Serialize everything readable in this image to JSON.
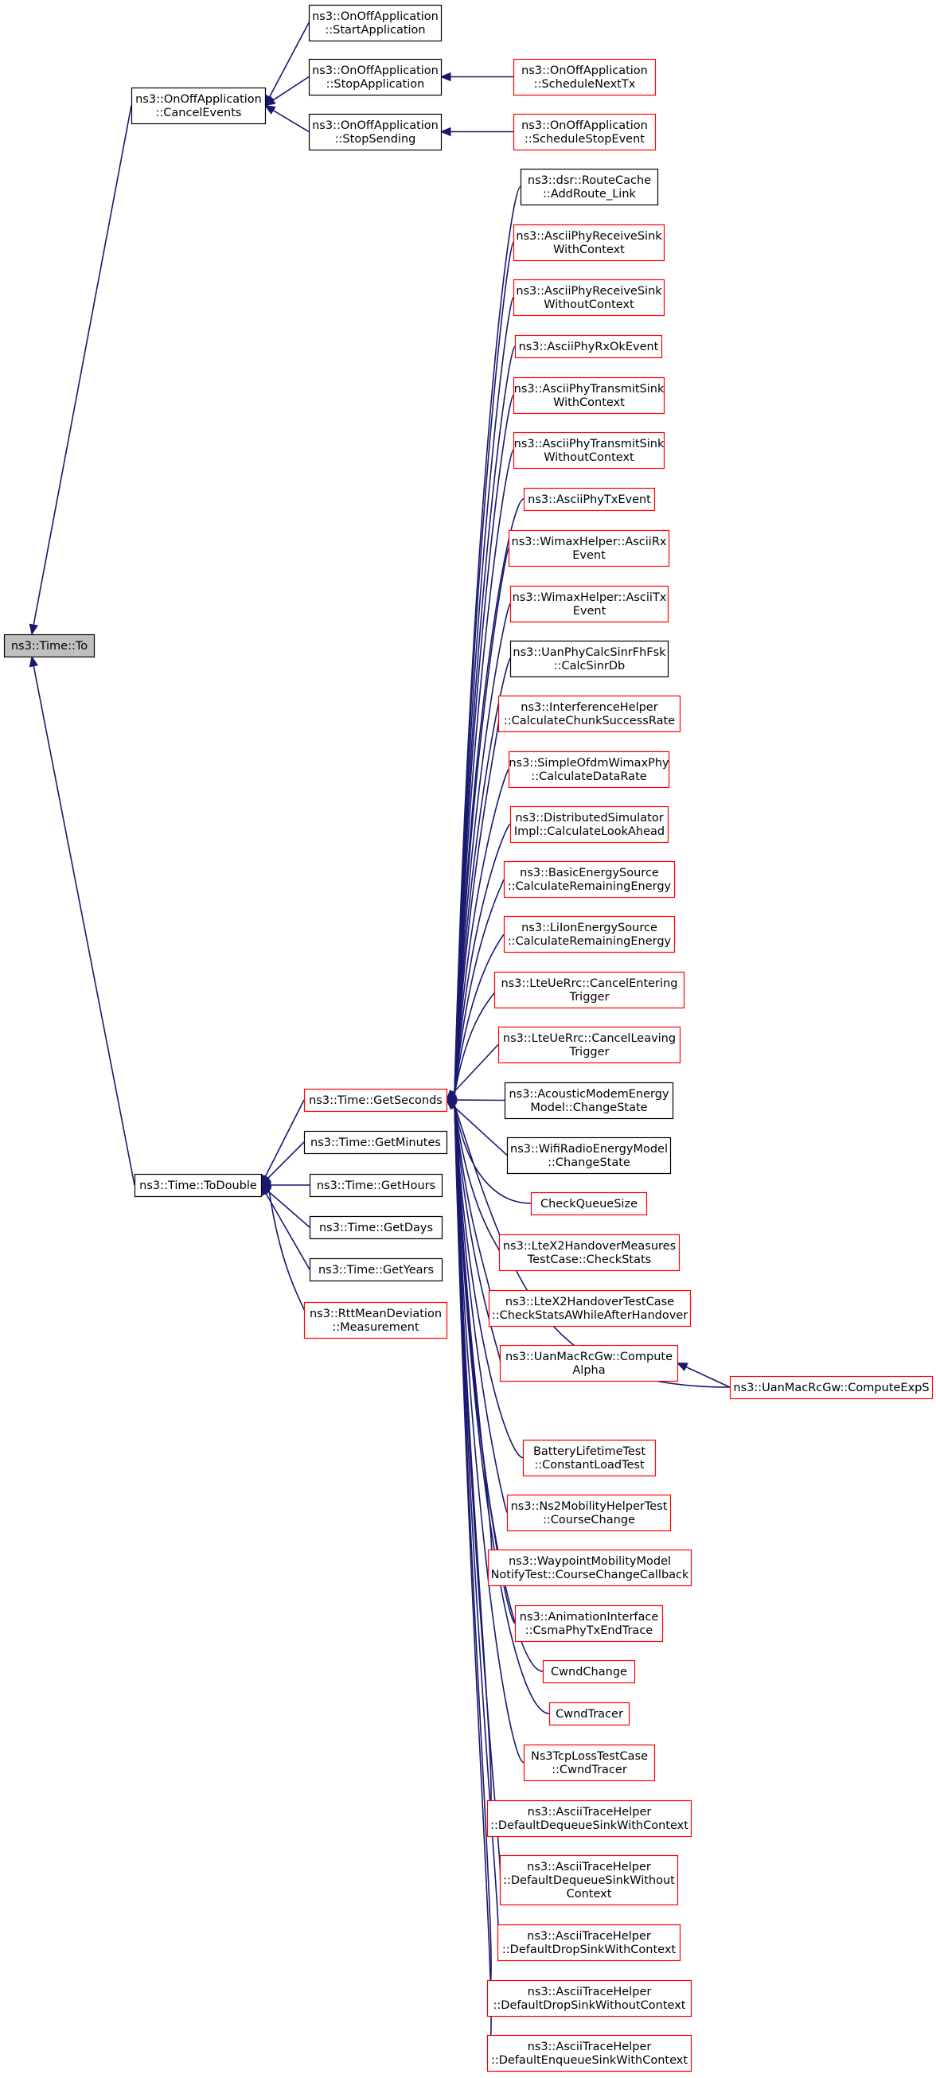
{
  "colors": {
    "edge": "#191970",
    "border_documented": "#000000",
    "border_undocumented": "#ff0000",
    "focus_fill": "#bfbfbf",
    "node_fill": "#ffffff"
  },
  "nodes": [
    {
      "id": "to",
      "lines": [
        "ns3::Time::To"
      ],
      "style": "focus"
    },
    {
      "id": "cancel_events",
      "lines": [
        "ns3::OnOffApplication",
        "::CancelEvents"
      ],
      "style": "black"
    },
    {
      "id": "start_app",
      "lines": [
        "ns3::OnOffApplication",
        "::StartApplication"
      ],
      "style": "black"
    },
    {
      "id": "stop_app",
      "lines": [
        "ns3::OnOffApplication",
        "::StopApplication"
      ],
      "style": "black"
    },
    {
      "id": "stop_sending",
      "lines": [
        "ns3::OnOffApplication",
        "::StopSending"
      ],
      "style": "black"
    },
    {
      "id": "sched_next_tx",
      "lines": [
        "ns3::OnOffApplication",
        "::ScheduleNextTx"
      ],
      "style": "red"
    },
    {
      "id": "sched_stop_event",
      "lines": [
        "ns3::OnOffApplication",
        "::ScheduleStopEvent"
      ],
      "style": "red"
    },
    {
      "id": "to_double",
      "lines": [
        "ns3::Time::ToDouble"
      ],
      "style": "black"
    },
    {
      "id": "get_seconds",
      "lines": [
        "ns3::Time::GetSeconds"
      ],
      "style": "red"
    },
    {
      "id": "get_minutes",
      "lines": [
        "ns3::Time::GetMinutes"
      ],
      "style": "black"
    },
    {
      "id": "get_hours",
      "lines": [
        "ns3::Time::GetHours"
      ],
      "style": "black"
    },
    {
      "id": "get_days",
      "lines": [
        "ns3::Time::GetDays"
      ],
      "style": "black"
    },
    {
      "id": "get_years",
      "lines": [
        "ns3::Time::GetYears"
      ],
      "style": "black"
    },
    {
      "id": "rtt_measurement",
      "lines": [
        "ns3::RttMeanDeviation",
        "::Measurement"
      ],
      "style": "red"
    },
    {
      "id": "c01",
      "lines": [
        "ns3::dsr::RouteCache",
        "::AddRoute_Link"
      ],
      "style": "black"
    },
    {
      "id": "c02",
      "lines": [
        "ns3::AsciiPhyReceiveSink",
        "WithContext"
      ],
      "style": "red"
    },
    {
      "id": "c03",
      "lines": [
        "ns3::AsciiPhyReceiveSink",
        "WithoutContext"
      ],
      "style": "red"
    },
    {
      "id": "c04",
      "lines": [
        "ns3::AsciiPhyRxOkEvent"
      ],
      "style": "red"
    },
    {
      "id": "c05",
      "lines": [
        "ns3::AsciiPhyTransmitSink",
        "WithContext"
      ],
      "style": "red"
    },
    {
      "id": "c06",
      "lines": [
        "ns3::AsciiPhyTransmitSink",
        "WithoutContext"
      ],
      "style": "red"
    },
    {
      "id": "c07",
      "lines": [
        "ns3::AsciiPhyTxEvent"
      ],
      "style": "red"
    },
    {
      "id": "c08",
      "lines": [
        "ns3::WimaxHelper::AsciiRx",
        "Event"
      ],
      "style": "red"
    },
    {
      "id": "c09",
      "lines": [
        "ns3::WimaxHelper::AsciiTx",
        "Event"
      ],
      "style": "red"
    },
    {
      "id": "c10",
      "lines": [
        "ns3::UanPhyCalcSinrFhFsk",
        "::CalcSinrDb"
      ],
      "style": "black"
    },
    {
      "id": "c11",
      "lines": [
        "ns3::InterferenceHelper",
        "::CalculateChunkSuccessRate"
      ],
      "style": "red"
    },
    {
      "id": "c12",
      "lines": [
        "ns3::SimpleOfdmWimaxPhy",
        "::CalculateDataRate"
      ],
      "style": "red"
    },
    {
      "id": "c13",
      "lines": [
        "ns3::DistributedSimulator",
        "Impl::CalculateLookAhead"
      ],
      "style": "red"
    },
    {
      "id": "c14",
      "lines": [
        "ns3::BasicEnergySource",
        "::CalculateRemainingEnergy"
      ],
      "style": "red"
    },
    {
      "id": "c15",
      "lines": [
        "ns3::LiIonEnergySource",
        "::CalculateRemainingEnergy"
      ],
      "style": "red"
    },
    {
      "id": "c16",
      "lines": [
        "ns3::LteUeRrc::CancelEntering",
        "Trigger"
      ],
      "style": "red"
    },
    {
      "id": "c17",
      "lines": [
        "ns3::LteUeRrc::CancelLeaving",
        "Trigger"
      ],
      "style": "red"
    },
    {
      "id": "c18",
      "lines": [
        "ns3::AcousticModemEnergy",
        "Model::ChangeState"
      ],
      "style": "black"
    },
    {
      "id": "c19",
      "lines": [
        "ns3::WifiRadioEnergyModel",
        "::ChangeState"
      ],
      "style": "black"
    },
    {
      "id": "c20",
      "lines": [
        "CheckQueueSize"
      ],
      "style": "red"
    },
    {
      "id": "c21",
      "lines": [
        "ns3::LteX2HandoverMeasures",
        "TestCase::CheckStats"
      ],
      "style": "red"
    },
    {
      "id": "c22",
      "lines": [
        "ns3::LteX2HandoverTestCase",
        "::CheckStatsAWhileAfterHandover"
      ],
      "style": "red"
    },
    {
      "id": "c23",
      "lines": [
        "ns3::UanMacRcGw::Compute",
        "Alpha"
      ],
      "style": "red"
    },
    {
      "id": "c24",
      "lines": [
        "ns3::UanMacRcGw::ComputeExpS"
      ],
      "style": "red"
    },
    {
      "id": "c25",
      "lines": [
        "BatteryLifetimeTest",
        "::ConstantLoadTest"
      ],
      "style": "red"
    },
    {
      "id": "c26",
      "lines": [
        "ns3::Ns2MobilityHelperTest",
        "::CourseChange"
      ],
      "style": "red"
    },
    {
      "id": "c27",
      "lines": [
        "ns3::WaypointMobilityModel",
        "NotifyTest::CourseChangeCallback"
      ],
      "style": "red"
    },
    {
      "id": "c28",
      "lines": [
        "ns3::AnimationInterface",
        "::CsmaPhyTxEndTrace"
      ],
      "style": "red"
    },
    {
      "id": "c29",
      "lines": [
        "CwndChange"
      ],
      "style": "red"
    },
    {
      "id": "c30",
      "lines": [
        "CwndTracer"
      ],
      "style": "red"
    },
    {
      "id": "c31",
      "lines": [
        "Ns3TcpLossTestCase",
        "::CwndTracer"
      ],
      "style": "red"
    },
    {
      "id": "c32",
      "lines": [
        "ns3::AsciiTraceHelper",
        "::DefaultDequeueSinkWithContext"
      ],
      "style": "red"
    },
    {
      "id": "c33",
      "lines": [
        "ns3::AsciiTraceHelper",
        "::DefaultDequeueSinkWithout",
        "Context"
      ],
      "style": "red"
    },
    {
      "id": "c34",
      "lines": [
        "ns3::AsciiTraceHelper",
        "::DefaultDropSinkWithContext"
      ],
      "style": "red"
    },
    {
      "id": "c35",
      "lines": [
        "ns3::AsciiTraceHelper",
        "::DefaultDropSinkWithoutContext"
      ],
      "style": "red"
    },
    {
      "id": "c36",
      "lines": [
        "ns3::AsciiTraceHelper",
        "::DefaultEnqueueSinkWithContext"
      ],
      "style": "red"
    }
  ],
  "edges": [
    [
      "cancel_events",
      "to"
    ],
    [
      "to_double",
      "to"
    ],
    [
      "start_app",
      "cancel_events"
    ],
    [
      "stop_app",
      "cancel_events"
    ],
    [
      "stop_sending",
      "cancel_events"
    ],
    [
      "sched_next_tx",
      "stop_app"
    ],
    [
      "sched_stop_event",
      "stop_sending"
    ],
    [
      "get_seconds",
      "to_double"
    ],
    [
      "get_minutes",
      "to_double"
    ],
    [
      "get_hours",
      "to_double"
    ],
    [
      "get_days",
      "to_double"
    ],
    [
      "get_years",
      "to_double"
    ],
    [
      "rtt_measurement",
      "to_double"
    ],
    [
      "c01",
      "get_seconds"
    ],
    [
      "c02",
      "get_seconds"
    ],
    [
      "c03",
      "get_seconds"
    ],
    [
      "c04",
      "get_seconds"
    ],
    [
      "c05",
      "get_seconds"
    ],
    [
      "c06",
      "get_seconds"
    ],
    [
      "c07",
      "get_seconds"
    ],
    [
      "c08",
      "get_seconds"
    ],
    [
      "c09",
      "get_seconds"
    ],
    [
      "c10",
      "get_seconds"
    ],
    [
      "c11",
      "get_seconds"
    ],
    [
      "c12",
      "get_seconds"
    ],
    [
      "c13",
      "get_seconds"
    ],
    [
      "c14",
      "get_seconds"
    ],
    [
      "c15",
      "get_seconds"
    ],
    [
      "c16",
      "get_seconds"
    ],
    [
      "c17",
      "get_seconds"
    ],
    [
      "c18",
      "get_seconds"
    ],
    [
      "c19",
      "get_seconds"
    ],
    [
      "c20",
      "get_seconds"
    ],
    [
      "c21",
      "get_seconds"
    ],
    [
      "c22",
      "get_seconds"
    ],
    [
      "c23",
      "get_seconds"
    ],
    [
      "c24",
      "get_seconds"
    ],
    [
      "c25",
      "get_seconds"
    ],
    [
      "c26",
      "get_seconds"
    ],
    [
      "c27",
      "get_seconds"
    ],
    [
      "c28",
      "get_seconds"
    ],
    [
      "c29",
      "get_seconds"
    ],
    [
      "c30",
      "get_seconds"
    ],
    [
      "c31",
      "get_seconds"
    ],
    [
      "c32",
      "get_seconds"
    ],
    [
      "c33",
      "get_seconds"
    ],
    [
      "c34",
      "get_seconds"
    ],
    [
      "c35",
      "get_seconds"
    ],
    [
      "c36",
      "get_seconds"
    ],
    [
      "c24",
      "c23"
    ]
  ]
}
